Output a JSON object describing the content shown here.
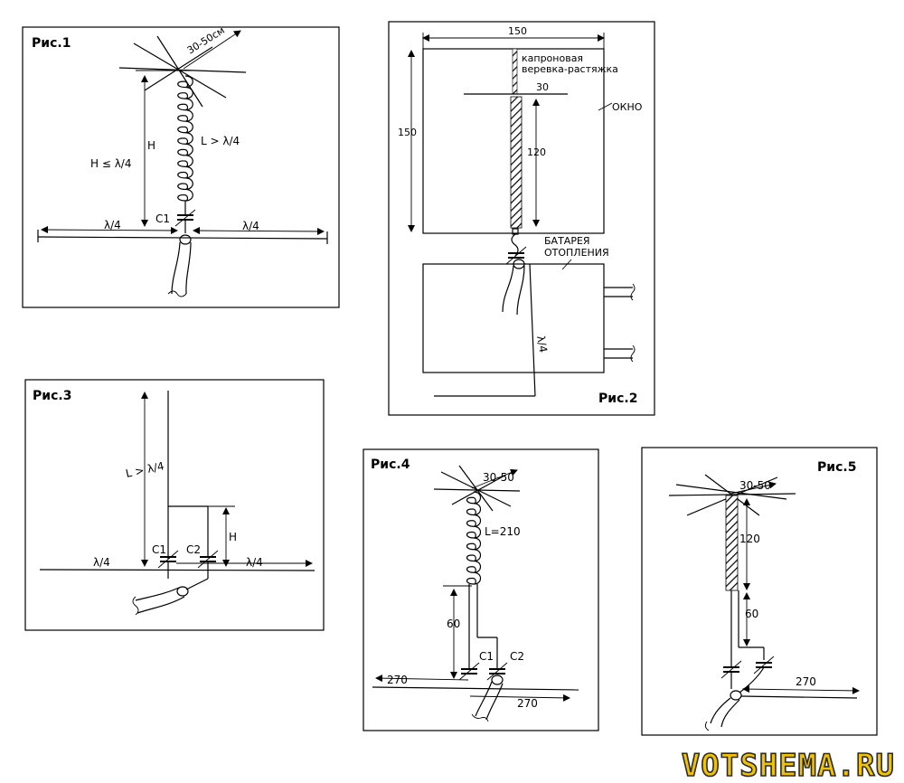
{
  "figures": {
    "fig1": {
      "title": "Рис.1",
      "span": "30-50см",
      "H": "H",
      "H_cond": "H ≤ λ/4",
      "L_cond": "L > λ/4",
      "cap": "C1",
      "left_q": "λ/4",
      "right_q": "λ/4"
    },
    "fig2": {
      "title": "Рис.2",
      "width": "150",
      "height": "150",
      "rope": "капроновая веревка-растяжка",
      "bar": "30",
      "len": "120",
      "window": "ОКНО",
      "radiator1": "БАТАРЕЯ",
      "radiator2": "ОТОПЛЕНИЯ",
      "q": "λ/4"
    },
    "fig3": {
      "title": "Рис.3",
      "L_cond": "L > λ/4",
      "H": "H",
      "c1": "C1",
      "c2": "C2",
      "left_q": "λ/4",
      "right_q": "λ/4"
    },
    "fig4": {
      "title": "Рис.4",
      "span": "30-50",
      "L": "L=210",
      "h60": "60",
      "c1": "C1",
      "c2": "C2",
      "left": "270",
      "right": "270"
    },
    "fig5": {
      "title": "Рис.5",
      "span": "30-50",
      "h120": "120",
      "h60": "60",
      "right": "270"
    }
  },
  "watermark": "VOTSHEMA.RU"
}
